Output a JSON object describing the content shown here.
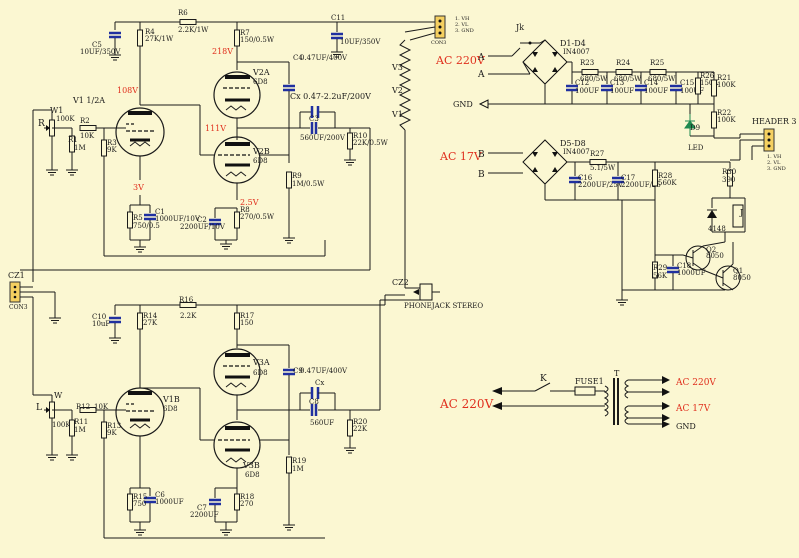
{
  "diagram": {
    "tubes": {
      "v1_top": "V1 1/2A",
      "v1_bottom": "V1B",
      "v1_bottom_type": "6D8",
      "v2a": "V2A",
      "v2a_type": "6D8",
      "v2b": "V2B",
      "v2b_type": "6D8",
      "v3a": "V3A",
      "v3a_type": "6D8",
      "v3b": "V3B",
      "v3b_type": "6D8"
    },
    "resistors": {
      "r1": "R1",
      "r1_v": "1M",
      "r2": "R2",
      "r2_v": "10K",
      "r3": "R3",
      "r3_v": "9K",
      "r4": "R4",
      "r4_v": "27K/1W",
      "r5": "R5",
      "r5_v": "750/0.5",
      "r6": "R6",
      "r6_v": "2.2K/1W",
      "r7": "R7",
      "r7_v": "150/0.5W",
      "r8": "R8",
      "r8_v": "270/0.5W",
      "r9": "R9",
      "r9_v": "1M/0.5W",
      "r10": "R10",
      "r10_v": "22K/0.5W",
      "r11": "R11",
      "r11_v": "1M",
      "r12": "R12",
      "r12_v": "10K",
      "r13": "R13",
      "r13_v": "9K",
      "r14": "R14",
      "r14_v": "27K",
      "r15": "R15",
      "r15_v": "750",
      "r16": "R16",
      "r16_v": "2.2K",
      "r17": "R17",
      "r17_v": "150",
      "r18": "R18",
      "r18_v": "270",
      "r19": "R19",
      "r19_v": "1M",
      "r20": "R20",
      "r20_v": "22K",
      "r21": "R21",
      "r21_v": "100K",
      "r22": "R22",
      "r22_v": "100K",
      "r23": "R23",
      "r23_v": "680/5W",
      "r24": "R24",
      "r24_v": "680/5W",
      "r25": "R25",
      "r25_v": "680/5W",
      "r26": "R26",
      "r26_v": "150K",
      "r27": "R27",
      "r27_v": "5.1/5W",
      "r28": "R28",
      "r28_v": "560K",
      "r29": "R29",
      "r29_v": "56K",
      "r30": "R30",
      "r30_v": "390"
    },
    "capacitors": {
      "c1": "C1",
      "c1_v": "1000UF/10V",
      "c2": "C2",
      "c2_v": "2200UF/10V",
      "c3": "C3",
      "c3_v": "560UF/200V",
      "c4": "C4",
      "c4_v": "0.47UF/400V",
      "cx_top": "Cx 0.47-2.2uF/200V",
      "c5": "C5",
      "c5_v": "10UF/350V",
      "c6": "C6",
      "c6_v": "1000UF",
      "c7": "C7",
      "c7_v": "2200UF",
      "c8": "C8",
      "c8_v": "560UF",
      "c9": "C9",
      "c9_v": "0.47UF/400V",
      "cx_bottom": "Cx",
      "c10": "C10",
      "c10_v": "10uF",
      "c11": "C11",
      "c11_v": "10UF/350V",
      "c12": "C12",
      "c12_v": "100UF",
      "c13": "C13",
      "c13_v": "100UF",
      "c14": "C14",
      "c14_v": "100UF",
      "c15": "C15",
      "c15_v": "100UF",
      "c16": "C16",
      "c16_v": "2200UF/25V",
      "c17": "C17",
      "c17_v": "2200UF/25",
      "c18": "C18",
      "c18_v": "1000UF"
    },
    "voltages": {
      "v_108": "108V",
      "v_218": "218V",
      "v_111": "111V",
      "v_3": "3V",
      "v_2_5": "2.5V"
    },
    "controls": {
      "w1": "W1",
      "w1_v": "100K",
      "w": "W",
      "w_v": "100K",
      "ch_r": "R",
      "ch_l": "L",
      "cz1": "CZ1",
      "cz1_sub": "CON3",
      "cz2": "CZ2",
      "phonejack": "PHONEJACK STEREO",
      "con3_top": "CON3",
      "con3_p1": "1. VH",
      "con3_p2": "2. VL",
      "con3_p3": "3. GND",
      "v1": "V1",
      "v2": "V2",
      "v3": "V3"
    },
    "power": {
      "jk": "Jk",
      "d1d4": "D1-D4",
      "d1d4_type": "IN4007",
      "d5d8": "D5-D8",
      "d5d8_type": "IN4007",
      "ac220_red": "AC 220V",
      "ac17_red": "AC 17V",
      "term_a1": "A",
      "term_a2": "A",
      "term_b1": "B",
      "term_b2": "B",
      "gnd": "GND",
      "d9": "D9",
      "led": "LED",
      "header3": "HEADER 3",
      "hdr_p1": "1. VH",
      "hdr_p2": "2. VL",
      "hdr_p3": "3. GND",
      "q2": "Q2",
      "q2_type": "8050",
      "q1": "Q1",
      "q1_type": "8050",
      "relay": "J",
      "diode_4148": "4148"
    },
    "transformer": {
      "k": "K",
      "fuse": "FUSE1",
      "t": "T",
      "in_label": "AC 220V",
      "out_220": "AC 220V",
      "out_17": "AC 17V",
      "gnd": "GND"
    }
  }
}
